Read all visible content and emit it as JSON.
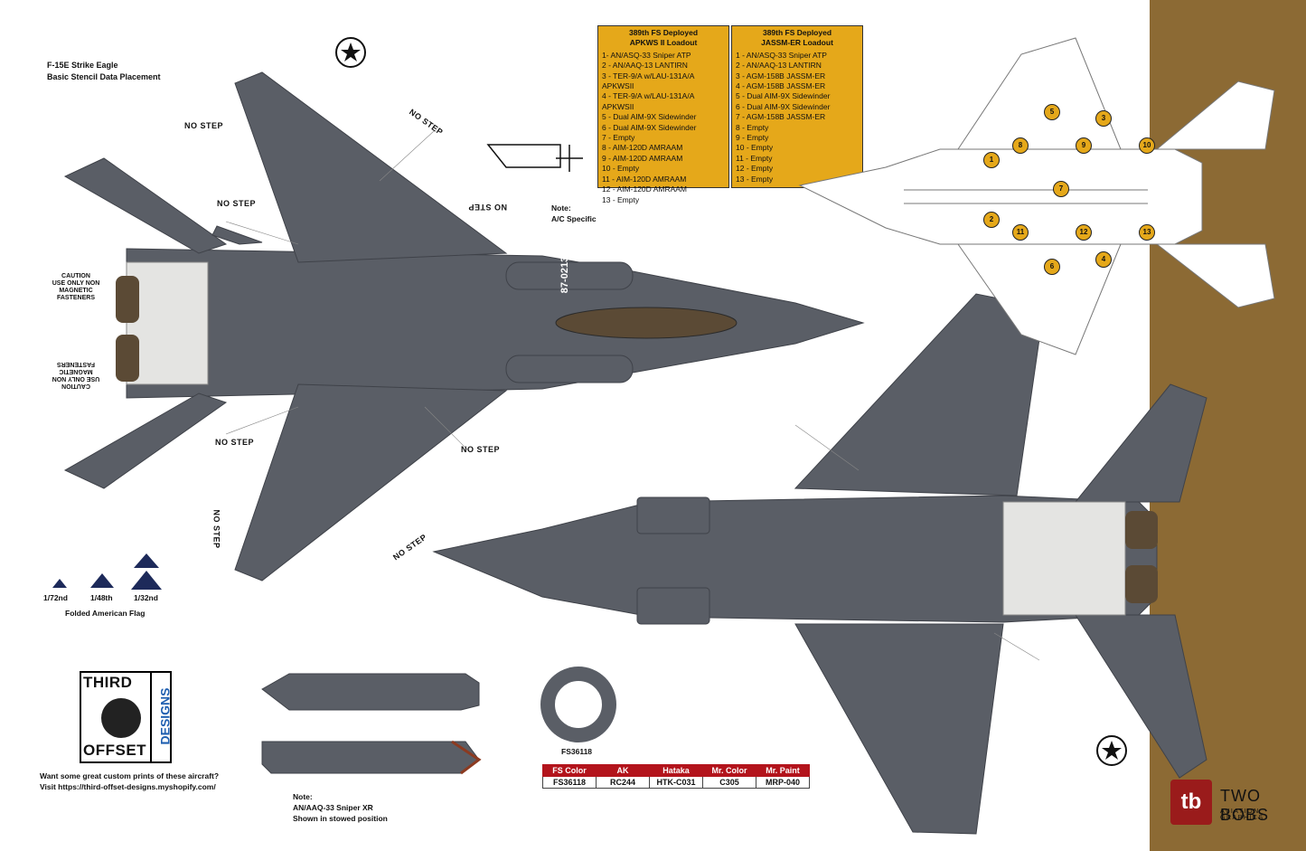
{
  "title": {
    "line1": "F-15E Strike Eagle",
    "line2": "Basic Stencil Data Placement"
  },
  "loadout_a": {
    "header1": "389th FS Deployed",
    "header2": "APKWS II Loadout",
    "items": [
      "1- AN/ASQ-33 Sniper ATP",
      "2 - AN/AAQ-13 LANTIRN",
      "3 - TER-9/A w/LAU-131A/A APKWSII",
      "4 - TER-9/A w/LAU-131A/A APKWSII",
      "5 - Dual AIM-9X Sidewinder",
      "6 - Dual AIM-9X Sidewinder",
      "7 - Empty",
      "8 - AIM-120D AMRAAM",
      "9 - AIM-120D AMRAAM",
      "10 - Empty",
      "11 - AIM-120D AMRAAM",
      "12 - AIM-120D AMRAAM",
      "13 - Empty"
    ]
  },
  "loadout_b": {
    "header1": "389th FS Deployed",
    "header2": "JASSM-ER Loadout",
    "items": [
      "1 - AN/ASQ-33 Sniper ATP",
      "2 - AN/AAQ-13 LANTIRN",
      "3 - AGM-158B JASSM-ER",
      "4 - AGM-158B JASSM-ER",
      "5 - Dual AIM-9X Sidewinder",
      "6 - Dual AIM-9X Sidewinder",
      "7 - AGM-158B JASSM-ER",
      "8 - Empty",
      "9 - Empty",
      "10 - Empty",
      "11 - Empty",
      "12 - Empty",
      "13 - Empty"
    ]
  },
  "stations": [
    "1",
    "2",
    "3",
    "4",
    "5",
    "6",
    "7",
    "8",
    "9",
    "10",
    "11",
    "12",
    "13"
  ],
  "labels": {
    "no_step": "NO STEP",
    "caution1": "CAUTION",
    "caution2": "USE ONLY NON MAGNETIC FASTENERS",
    "note_ac": "Note:",
    "note_ac2": "A/C Specific",
    "tail_code": "87-0213",
    "paint_swatch": "FS36118",
    "folded_flag": "Folded American Flag",
    "sniper_note1": "Note:",
    "sniper_note2": "AN/AAQ-33 Sniper XR",
    "sniper_note3": "Shown in stowed position"
  },
  "flag_scales": [
    "1/72nd",
    "1/48th",
    "1/32nd"
  ],
  "color_table": {
    "headers": [
      "FS Color",
      "AK",
      "Hataka",
      "Mr. Color",
      "Mr. Paint"
    ],
    "row": [
      "FS36118",
      "RC244",
      "HTK-C031",
      "C305",
      "MRP-040"
    ]
  },
  "promo": {
    "line1": "Want some great custom prints of these aircraft?",
    "line2": "Visit https://third-offset-designs.myshopify.com/"
  },
  "logo_third": {
    "top": "THIRD",
    "bottom": "OFFSET",
    "side": "DESIGNS"
  },
  "logo_twobobs": {
    "mark": "tb",
    "name": "TWO BOBS",
    "sub": "AVIATION GRAPHICS"
  },
  "colors": {
    "aircraft_gray": "#5a5e66",
    "panel_line": "#3f4249",
    "loadout_bg": "#e5a81a",
    "brown_band": "#8c6a34",
    "table_header": "#b3141c",
    "engine_bay": "#e4e4e2",
    "nozzle": "#5b4a35"
  }
}
